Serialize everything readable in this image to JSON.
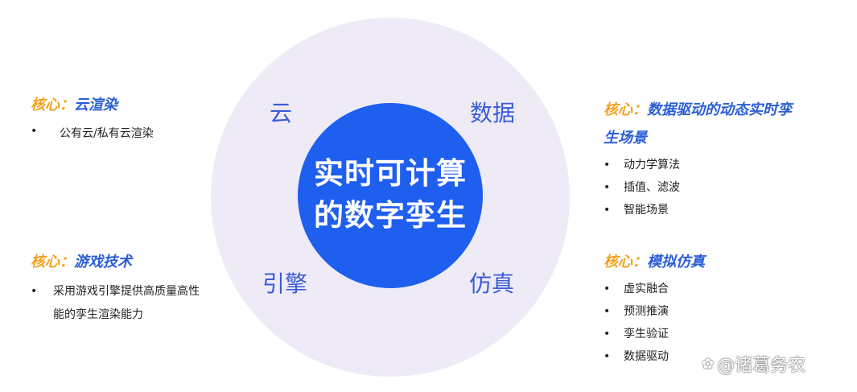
{
  "center": {
    "line1": "实时可计算",
    "line2": "的数字孪生"
  },
  "quadrants": {
    "top_left": "云",
    "top_right": "数据",
    "bottom_left": "引擎",
    "bottom_right": "仿真"
  },
  "colors": {
    "inner_circle": "#1e5ff0",
    "outer_circle": "#eeebf6",
    "label_tag": "#f4a11d",
    "label_topic": "#2b5ed6",
    "quadrant_text": "#3a5bd9"
  },
  "left_top": {
    "tag": "核心：",
    "topic": "云渲染",
    "bullets": [
      "公有云/私有云渲染"
    ]
  },
  "left_bottom": {
    "tag": "核心：",
    "topic": "游戏技术",
    "bullets": [
      "采用游戏引擎提供高质量高性",
      "能的孪生渲染能力"
    ]
  },
  "right_top": {
    "tag": "核心：",
    "topic_line1": "数据驱动的动态实时孪",
    "topic_line2": "生场景",
    "bullets": [
      "动力学算法",
      "插值、滤波",
      "智能场景"
    ]
  },
  "right_bottom": {
    "tag": "核心：",
    "topic": "模拟仿真",
    "bullets": [
      "虚实融合",
      "预测推演",
      "孪生验证",
      "数据驱动"
    ]
  },
  "watermark": {
    "icon": "paw-icon",
    "text": "@诸葛务农"
  }
}
